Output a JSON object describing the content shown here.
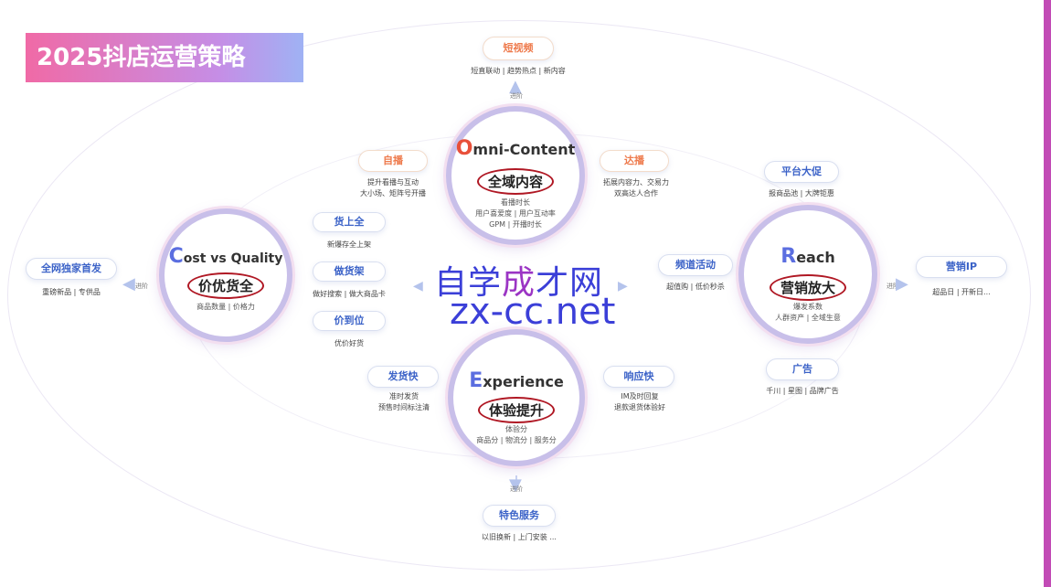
{
  "title": "2025抖店运营策略",
  "advance_label": "进阶",
  "center": {
    "omni": {
      "head_letter": "O",
      "head_rest": "mni-Content",
      "zh": "全域内容",
      "desc": [
        "看播时长",
        "用户喜爱度 | 用户互动率",
        "GPM | 开播时长"
      ]
    },
    "cost": {
      "head_letter": "C",
      "head_rest": "ost vs Quality",
      "zh": "价优货全",
      "desc": [
        "商品数量 | 价格力"
      ]
    },
    "reach": {
      "head_letter": "R",
      "head_rest": "each",
      "zh": "营销放大",
      "desc": [
        "爆发系数",
        "人群资产 | 全域生意"
      ]
    },
    "experience": {
      "head_letter": "E",
      "head_rest": "xperience",
      "zh": "体验提升",
      "desc": [
        "体验分",
        "商品分 | 物流分 | 服务分"
      ]
    }
  },
  "pills": {
    "short_video": {
      "label": "短视频",
      "desc": "短直联动 | 趋势热点 | 新内容"
    },
    "live_self": {
      "label": "自播",
      "desc": [
        "提升看播与互动",
        "大小场、矩阵号开播"
      ]
    },
    "live_kol": {
      "label": "达播",
      "desc": [
        "拓展内容力、交易力",
        "双高达人合作"
      ]
    },
    "platform_promo": {
      "label": "平台大促",
      "desc": "报商品池 | 大牌钜惠"
    },
    "goods_full": {
      "label": "货上全",
      "desc": "新爆存全上架"
    },
    "goods_good": {
      "label": "做货架",
      "desc": "做好搜索 | 做大商品卡"
    },
    "price_right": {
      "label": "价到位",
      "desc": "优价好货"
    },
    "channel_activity": {
      "label": "频道活动",
      "desc": "超值购 | 低价秒杀"
    },
    "network_first": {
      "label": "全网独家首发",
      "desc": "重磅新品 | 专供品"
    },
    "marketing_ip": {
      "label": "营销IP",
      "desc": "超品日 | 开新日..."
    },
    "ads": {
      "label": "广告",
      "desc": "千川 | 星图 | 品牌广告"
    },
    "ship_fast": {
      "label": "发货快",
      "desc": [
        "准时发货",
        "预售时间标注清"
      ]
    },
    "respond_fast": {
      "label": "响应快",
      "desc": [
        "IM及时回复",
        "退款退货体验好"
      ]
    },
    "special_service": {
      "label": "特色服务",
      "desc": "以旧换新 | 上门安装 ..."
    }
  },
  "watermark": {
    "line1_a": "自学",
    "line1_b": "成",
    "line1_c": "才网",
    "line2": "zx-cc.net"
  },
  "colors": {
    "accent_blue": "#3c63c8",
    "accent_orange": "#ee7a4c",
    "ink_red": "#b01824",
    "title_pink": "#f06aa6"
  }
}
